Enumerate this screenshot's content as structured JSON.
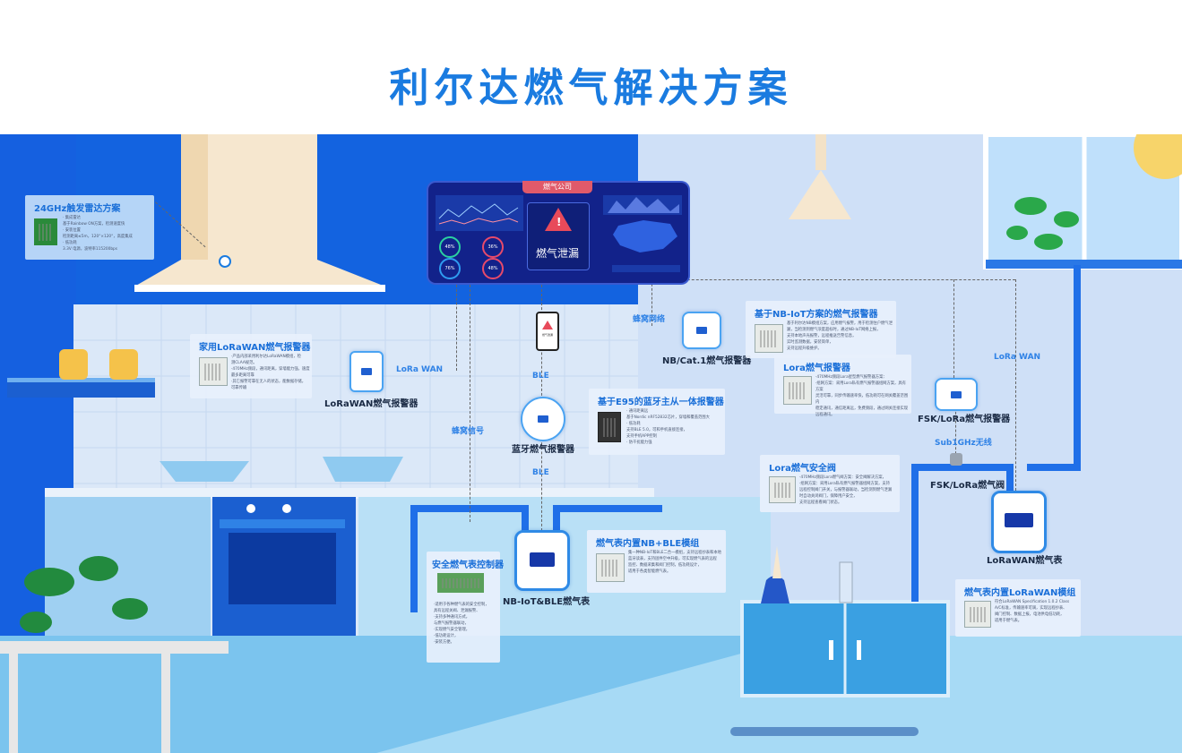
{
  "title": "利尔达燃气解决方案",
  "dashboard": {
    "header": "燃气公司",
    "alert": "燃气泄漏",
    "gauges": [
      "48%",
      "36%",
      "76%",
      "48%"
    ]
  },
  "networks": {
    "lora_wan_left": "LoRa WAN",
    "cellular_network": "蜂窝网络",
    "cellular_signal": "蜂窝信号",
    "ble_top": "BLE",
    "ble_bottom": "BLE",
    "lora_wan_right": "LoRa WAN",
    "sub1g": "Sub1GHz无线"
  },
  "devices": {
    "lorawan_alarm": "LoRaWAN燃气报警器",
    "nb_alarm": "NB/Cat.1燃气报警器",
    "bt_alarm": "蓝牙燃气报警器",
    "fsk_alarm": "FSK/LoRa燃气报警器",
    "fsk_valve": "FSK/LoRa燃气阀",
    "lorawan_meter": "LoRaWAN燃气表",
    "nb_ble_meter": "NB-IoT&BLE燃气表",
    "phone_text": "燃气泄漏"
  },
  "cards": {
    "radar": {
      "title": "24GHz触发雷达方案",
      "body": [
        "· 集成雷达",
        "  基于Rainbow ON方案，检测速度快",
        "· 安装位置",
        "  检测距离≤5m，120°×120°，高度集成",
        "· 低功耗",
        "  3.3V 电源，波特率115200bps"
      ]
    },
    "home_lorawan": {
      "title": "家用LoRaWAN燃气报警器",
      "body": [
        "·产品内部采用利尔达LoRaWAN模组，检",
        "测CLAA规范。",
        "·470MHz频段，通讯距离，穿墙能力强，速度",
        "最多距离可靠",
        "·其它报警可靠在无人的状态，能数据存储，",
        "可靠传输"
      ]
    },
    "nb_alarm": {
      "title": "基于NB-IoT方案的燃气报警器",
      "body": [
        "基于利尔达NB模组方案，应用燃气报警，用于检测住户燃气泄",
        "漏，当检测到燃气浓度超标时，通过NB-IoT网络上报，",
        "支持本地声光报警，远程推送告警信息，",
        "实时监测数据，安装简单，",
        "支持远程升级维护。"
      ]
    },
    "lora_alarm": {
      "title": "Lora燃气报警器",
      "body": [
        "·470MHz频段Lora星型燃气报警器方案：",
        "·组网方案：采用Lora私有燃气报警器组网方案，具有方案",
        "灵活可靠，同步传输速率快，低功耗可在网关覆盖范围内",
        "稳定通讯，通信距离远，免费频段，通过网关连接实现",
        "远程通讯。"
      ]
    },
    "ble_alarm": {
      "title": "基于E95的蓝牙主从一体报警器",
      "body": [
        "· 通讯距离远",
        "  基于Nordic nRF52832芯片，穿墙和覆盖范围大",
        "· 低功耗",
        "  支持BLE 5.0，可和手机直接连接，",
        "  支持手机APP控制",
        "· 防干扰能力强"
      ]
    },
    "lora_valve": {
      "title": "Lora燃气安全阀",
      "body": [
        "·470MHz频段Lora燃气阀方案：安全阀解决方案，",
        "·组网方案：采用Lora私有燃气报警器组网方案，支持",
        "远程控制阀门开关，与报警器联动，当检测到燃气泄漏",
        "时自动关闭阀门，保障用户安全，",
        "支持远程查看阀门状态。"
      ]
    },
    "meter_nb": {
      "title": "燃气表内置NB+BLE模组",
      "body": [
        "集一种NB-IoT和BLE二合一模组，支持远程抄表和本地",
        "蓝牙读表，支持固件空中升级，可实现燃气表的远程",
        "监控、数据采集和阀门控制，低功耗设计，",
        "适用于各类智能燃气表。"
      ]
    },
    "meter_lorawan": {
      "title": "燃气表内置LoRaWAN模组",
      "body": [
        "符合LoRaWAN Specification 1.0.2 Class",
        "A/C标准，传输速率可调，实现远程抄表、",
        "阀门控制、数据上报，电池供电低功耗，",
        "适用于燃气表。"
      ]
    },
    "safety": {
      "title": "安全燃气表控制器",
      "body": [
        "·适用于各种燃气表的安全控制，",
        "具有远程关阀、泄漏报警、",
        "·支持多种通讯方式，",
        "与燃气报警器联动，",
        "·实现燃气安全管理，",
        "·低功耗设计，",
        "·安装方便。"
      ]
    }
  }
}
